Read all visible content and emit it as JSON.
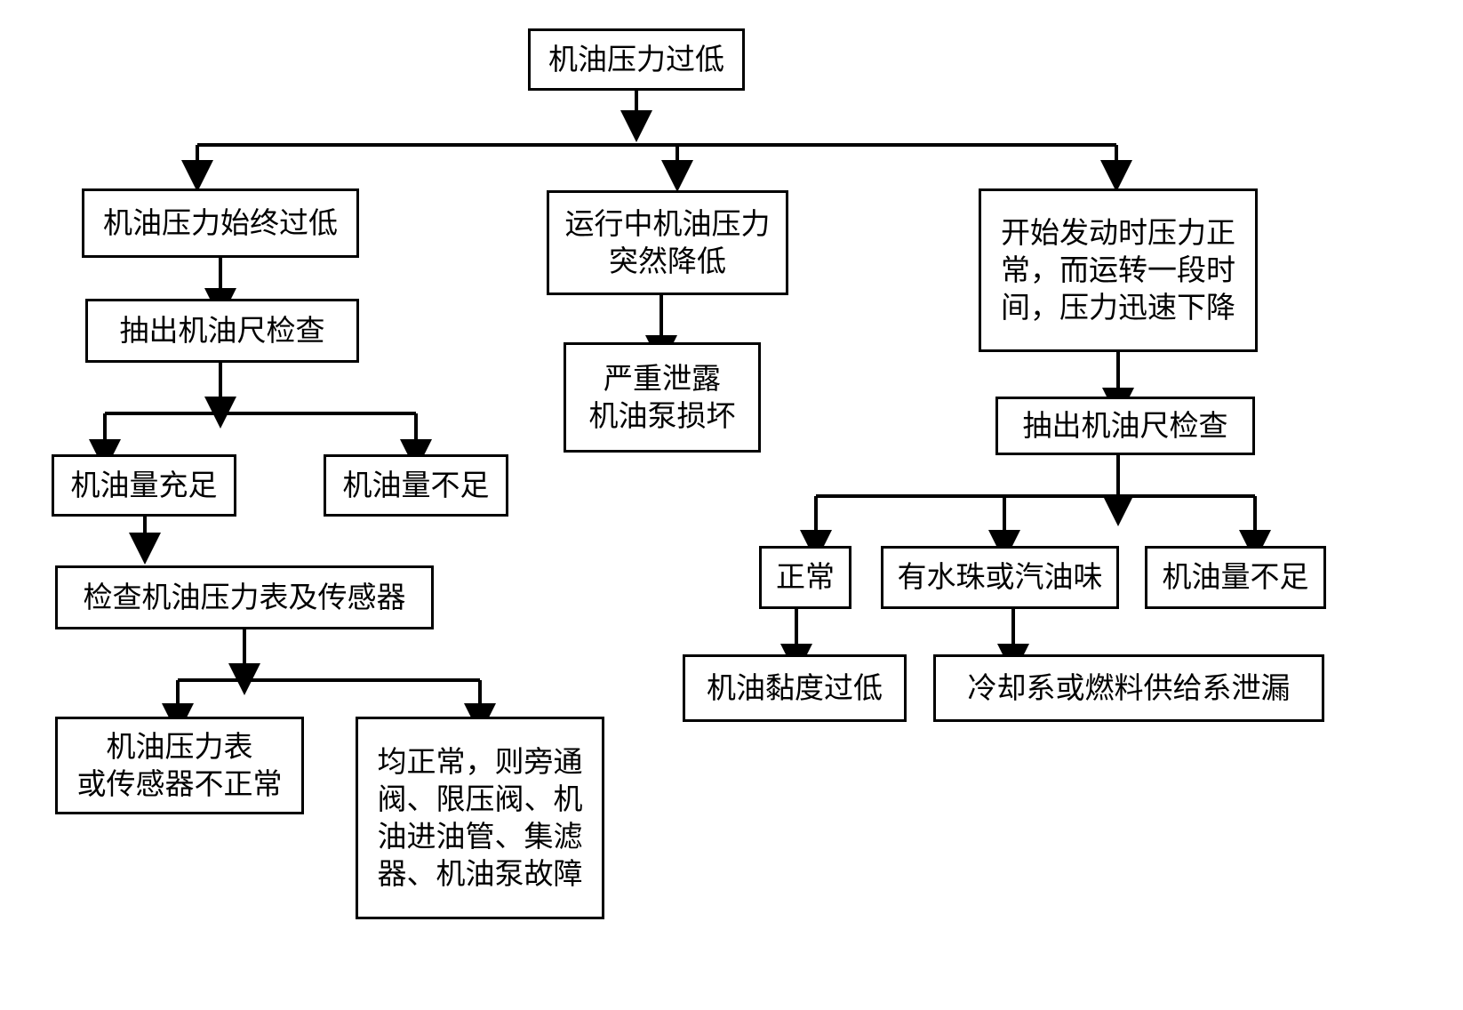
{
  "diagram": {
    "title_node": "机油压力过低",
    "type": "flowchart",
    "orientation": "top-down",
    "line_color": "#000000",
    "box_fill": "#ffffff",
    "nodes": {
      "root": "机油压力过低",
      "b1": "机油压力始终过低",
      "b1_check": "抽出机油尺检查",
      "b1_ok": "机油量充足",
      "b1_low": "机油量不足",
      "b1_gauge": "检查机油压力表及传感器",
      "b1_gauge_bad": "机油压力表\n或传感器不正常",
      "b1_all_ok": "均正常，则旁通\n阀、限压阀、机\n油进油管、集滤\n器、机油泵故障",
      "b2": "运行中机油压力\n突然降低",
      "b2_result": "严重泄露\n机油泵损坏",
      "b3": "开始发动时压力正\n常，而运转一段时\n间，压力迅速下降",
      "b3_check": "抽出机油尺检查",
      "b3_normal": "正常",
      "b3_water": "有水珠或汽油味",
      "b3_low": "机油量不足",
      "b3_visc": "机油黏度过低",
      "b3_leak": "冷却系或燃料供给系泄漏"
    }
  }
}
